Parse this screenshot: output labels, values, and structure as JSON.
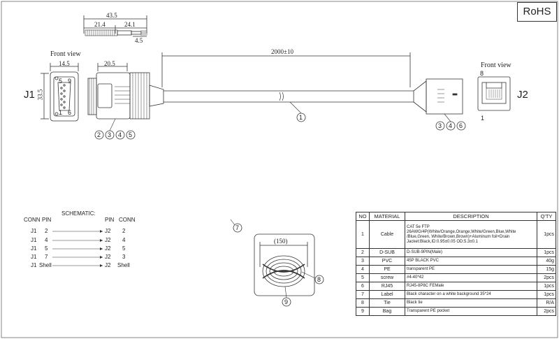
{
  "rohs": "RoHS",
  "labels": {
    "j1": "J1",
    "j2": "J2",
    "front_view_left": "Front view",
    "front_view_right": "Front view",
    "pin_5": "5",
    "pin_9": "9",
    "pin_1": "1",
    "pin_6": "6",
    "pin_8": "8",
    "pin_1_rj": "1"
  },
  "dimensions": {
    "length": "2000±10",
    "strip_total": "43.5",
    "strip_a": "21.4",
    "strip_b": "24.1",
    "strip_c": "4.5",
    "front_width": "14.5",
    "front_height": "33.5",
    "body_width": "20.5",
    "coil": "(150)"
  },
  "callouts": {
    "cable": "1",
    "j1_parts": [
      "2",
      "3",
      "4",
      "5"
    ],
    "j2_parts": [
      "3",
      "4",
      "6"
    ],
    "tie": "7",
    "coil_tie": "8",
    "bag": "9"
  },
  "schematic": {
    "title": "SCHEMATIC:",
    "headers": [
      "CONN",
      "PIN",
      "PIN",
      "CONN"
    ],
    "rows": [
      [
        "J1",
        "2",
        "J2",
        "2"
      ],
      [
        "J1",
        "4",
        "J2",
        "4"
      ],
      [
        "J1",
        "5",
        "J2",
        "5"
      ],
      [
        "J1",
        "7",
        "J2",
        "3"
      ],
      [
        "J1",
        "Shell",
        "J2",
        "Shell"
      ]
    ]
  },
  "bom": {
    "headers": [
      "NO",
      "MATERIAL",
      "DESCRIPTION",
      "Q'TY"
    ],
    "rows": [
      {
        "no": "1",
        "material": "Cable",
        "description": "CAT 5e FTP 26AWG/4P(White/Orange,Orange,White/Green,Blue,White /Blue,Green, White/Brown,Brown)+Aluminum foil+Drain Jacket:Black,ID:0.95±0.05 OD:5.3±0.1",
        "qty": "1pcs"
      },
      {
        "no": "2",
        "material": "D-SUB",
        "description": "D-SUB-9PIN(Male)",
        "qty": "1pcs"
      },
      {
        "no": "3",
        "material": "PVC",
        "description": "45P BLACK PVC",
        "qty": "40g"
      },
      {
        "no": "4",
        "material": "PE",
        "description": "transparent PE",
        "qty": "15g"
      },
      {
        "no": "5",
        "material": "screw",
        "description": "#4-40*42",
        "qty": "2pcs"
      },
      {
        "no": "6",
        "material": "RJ45",
        "description": "RJ45-8P8C FEMale",
        "qty": "1pcs"
      },
      {
        "no": "7",
        "material": "Label",
        "description": "Black character on a white background 35*24",
        "qty": "1pcs"
      },
      {
        "no": "8",
        "material": "Tie",
        "description": "Black tie",
        "qty": "R/A"
      },
      {
        "no": "9",
        "material": "Bag",
        "description": "Transparent PE pocket",
        "qty": "2pcs"
      }
    ]
  },
  "colors": {
    "line": "#333333",
    "paper": "#ffffff"
  }
}
